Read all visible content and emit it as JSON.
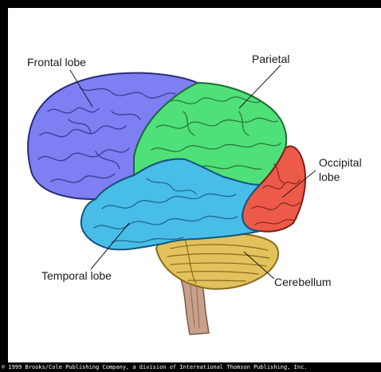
{
  "labels": {
    "frontal": "Frontal lobe",
    "parietal": "Parietal",
    "occipital_line1": "Occipital",
    "occipital_line2": "lobe",
    "temporal": "Temporal lobe",
    "cerebellum": "Cerebellum"
  },
  "colors": {
    "frontal": "#7d7ff2",
    "parietal": "#4fe07a",
    "occipital": "#ee5a4a",
    "temporal": "#48bde8",
    "cerebellum": "#e2c25c",
    "brainstem": "#c9a089"
  },
  "copyright": "© 1999 Brooks/Cole Publishing Company, a division of International Thomson Publishing, Inc."
}
